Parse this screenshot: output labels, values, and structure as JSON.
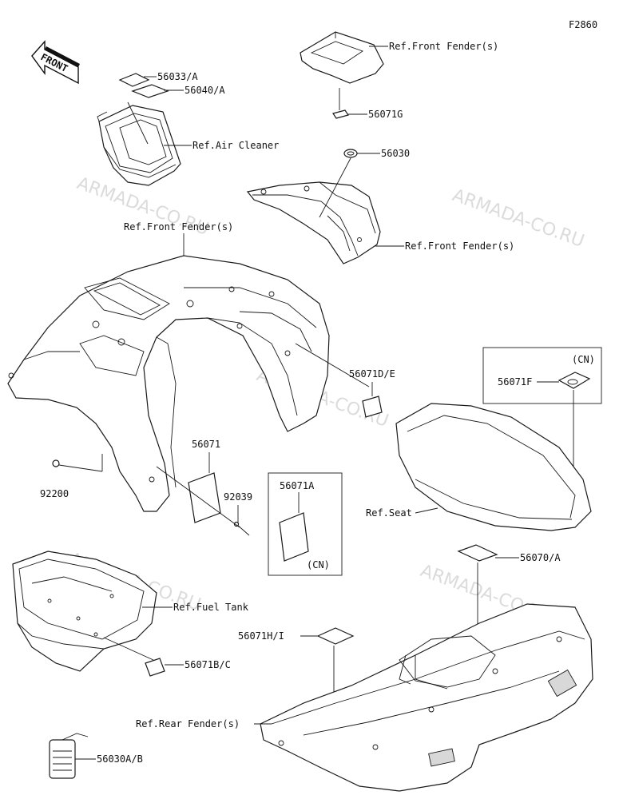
{
  "figure_code": "F2860",
  "front_arrow_label": "FRONT",
  "watermark": "ARMADA-CO.RU",
  "labels": {
    "p56033a": "56033/A",
    "p56040a": "56040/A",
    "ref_air_cleaner": "Ref.Air Cleaner",
    "ref_front_fender_top": "Ref.Front Fender(s)",
    "p56071g": "56071G",
    "p56030": "56030",
    "ref_front_fender_mid": "Ref.Front Fender(s)",
    "ref_front_fender_main": "Ref.Front Fender(s)",
    "p56071de": "56071D/E",
    "p56071f": "56071F",
    "cn_top": "(CN)",
    "p56071": "56071",
    "p92039": "92039",
    "p92200": "92200",
    "p56071a": "56071A",
    "cn_mid": "(CN)",
    "ref_seat": "Ref.Seat",
    "p56070a": "56070/A",
    "ref_fuel_tank": "Ref.Fuel Tank",
    "p56071hi": "56071H/I",
    "p56071bc": "56071B/C",
    "ref_rear_fender": "Ref.Rear Fender(s)",
    "p56030ab": "56030A/B"
  }
}
